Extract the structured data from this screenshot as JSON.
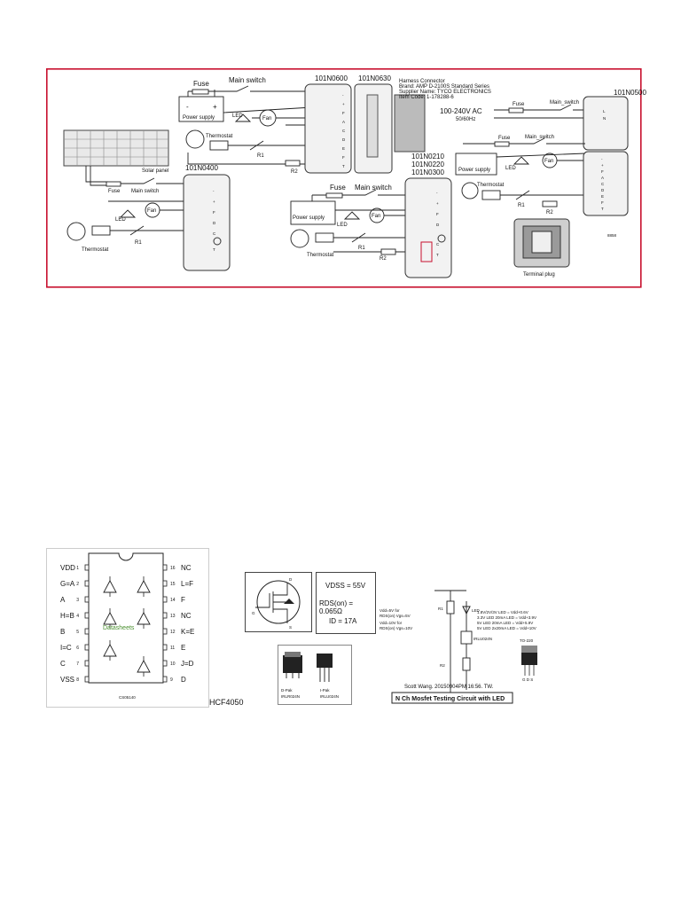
{
  "wiring_figure": {
    "border_color": "#c8102e",
    "harness": {
      "title": "Harness Connector",
      "brand": "Brand: AMP D-2100S Standard Series",
      "supplier": "Supplier Name: TYCO ELECTRONICS",
      "item_code": "Item Code: 1-178288-6"
    },
    "models": {
      "a": "101N0600",
      "b": "101N0630",
      "c": "101N0400",
      "d": "101N0210",
      "e": "101N0220",
      "f": "101N0300",
      "g": "101N0500"
    },
    "labels": {
      "fuse": "Fuse",
      "main_switch": "Main switch",
      "main_switch_alt": "Main_switch",
      "power_supply": "Power supply",
      "led": "LED",
      "fan": "Fan",
      "thermostat": "Thermostat",
      "r1": "R1",
      "r2": "R2",
      "solar_panel": "Solar panel",
      "ac_input": "100-240V AC",
      "ac_freq": "50/60Hz",
      "terminal_plug": "Terminal plug",
      "minus": "-",
      "plus": "+",
      "pins_a": [
        "-",
        "+",
        "F",
        "A",
        "C",
        "D",
        "E",
        "F",
        "T"
      ],
      "pins_c": [
        "-",
        "+",
        "F",
        "D",
        "C",
        "T"
      ],
      "pins_g_top": [
        "L",
        "N"
      ],
      "pins_g": [
        "-",
        "+",
        "F",
        "A",
        "C",
        "D",
        "E",
        "F",
        "T"
      ],
      "code": "8858"
    }
  },
  "chip": {
    "left_pins": [
      {
        "num": "1",
        "label": "VDD"
      },
      {
        "num": "2",
        "label": "G=A"
      },
      {
        "num": "3",
        "label": "A"
      },
      {
        "num": "4",
        "label": "H=B"
      },
      {
        "num": "5",
        "label": "B"
      },
      {
        "num": "6",
        "label": "I=C"
      },
      {
        "num": "7",
        "label": "C"
      },
      {
        "num": "8",
        "label": "VSS"
      }
    ],
    "right_pins": [
      {
        "num": "16",
        "label": "NC"
      },
      {
        "num": "15",
        "label": "L=F"
      },
      {
        "num": "14",
        "label": "F"
      },
      {
        "num": "13",
        "label": "NC"
      },
      {
        "num": "12",
        "label": "K=E"
      },
      {
        "num": "11",
        "label": "E"
      },
      {
        "num": "10",
        "label": "J=D"
      },
      {
        "num": "9",
        "label": "D"
      }
    ],
    "watermark": "Datasheets",
    "part_code": "CS05140",
    "caption": "HCF4050"
  },
  "mosfet": {
    "vdss": "VDSS = 55V",
    "rds": "RDS(on) = 0.065Ω",
    "id": "ID = 17A",
    "pin_g": "G",
    "pin_d": "D",
    "pin_s": "S",
    "dpak_name": "D-Pak",
    "dpak_part": "IRLR024N",
    "ipak_name": "I-Pak",
    "ipak_part": "IRLU024N"
  },
  "test_circuit": {
    "signature": "Scott Wang. 20150904PM 16:56. TW.",
    "title": "N Ch Mosfet Testing Circuit with LED",
    "package": "TO-220",
    "pins": "G D S",
    "r1": "R1",
    "r2": "R2",
    "led": "LED",
    "mosfet": "IRLU024N",
    "notes": [
      "1.8V/2V/3V LED = Vdd+0.6V",
      "3.3V LED 20mA LED = Vdd+3.9V",
      "5V LED 20mA LED = Vdd+5.9V",
      "5V LED 2x20mA LED = Vdd+10V"
    ],
    "left_notes": [
      "Vdd=5V for",
      "RDS(on) Vgs=5V",
      "Vdd=10V for",
      "RDS(on) Vgs=10V"
    ]
  }
}
